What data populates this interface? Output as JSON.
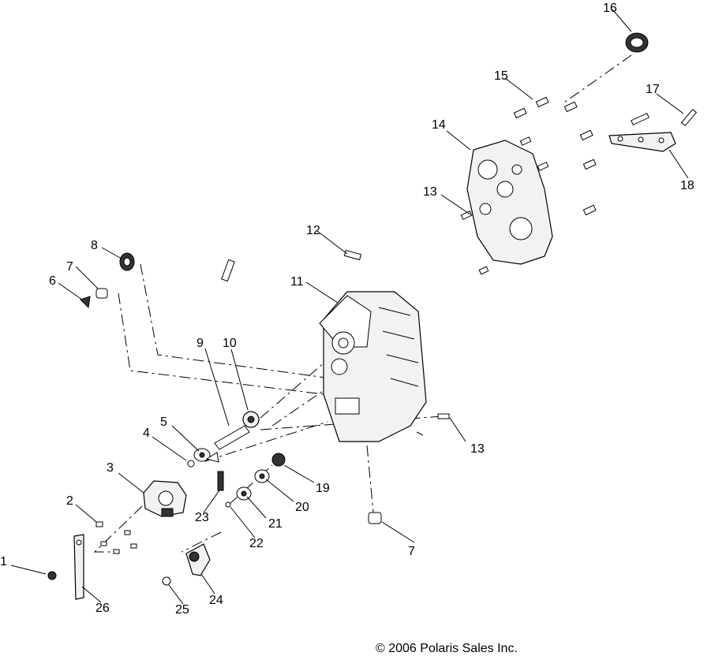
{
  "diagram": {
    "callouts": [
      {
        "id": "c1",
        "label": "1"
      },
      {
        "id": "c2",
        "label": "2"
      },
      {
        "id": "c3",
        "label": "3"
      },
      {
        "id": "c4",
        "label": "4"
      },
      {
        "id": "c5",
        "label": "5"
      },
      {
        "id": "c6",
        "label": "6"
      },
      {
        "id": "c7a",
        "label": "7"
      },
      {
        "id": "c7b",
        "label": "7"
      },
      {
        "id": "c8",
        "label": "8"
      },
      {
        "id": "c9",
        "label": "9"
      },
      {
        "id": "c10",
        "label": "10"
      },
      {
        "id": "c11",
        "label": "11"
      },
      {
        "id": "c12",
        "label": "12"
      },
      {
        "id": "c13a",
        "label": "13"
      },
      {
        "id": "c13b",
        "label": "13"
      },
      {
        "id": "c14",
        "label": "14"
      },
      {
        "id": "c15",
        "label": "15"
      },
      {
        "id": "c16",
        "label": "16"
      },
      {
        "id": "c17",
        "label": "17"
      },
      {
        "id": "c18",
        "label": "18"
      },
      {
        "id": "c19",
        "label": "19"
      },
      {
        "id": "c20",
        "label": "20"
      },
      {
        "id": "c21",
        "label": "21"
      },
      {
        "id": "c22",
        "label": "22"
      },
      {
        "id": "c23",
        "label": "23"
      },
      {
        "id": "c24",
        "label": "24"
      },
      {
        "id": "c25",
        "label": "25"
      },
      {
        "id": "c26",
        "label": "26"
      }
    ],
    "copyright": "© 2006 Polaris Sales Inc."
  }
}
